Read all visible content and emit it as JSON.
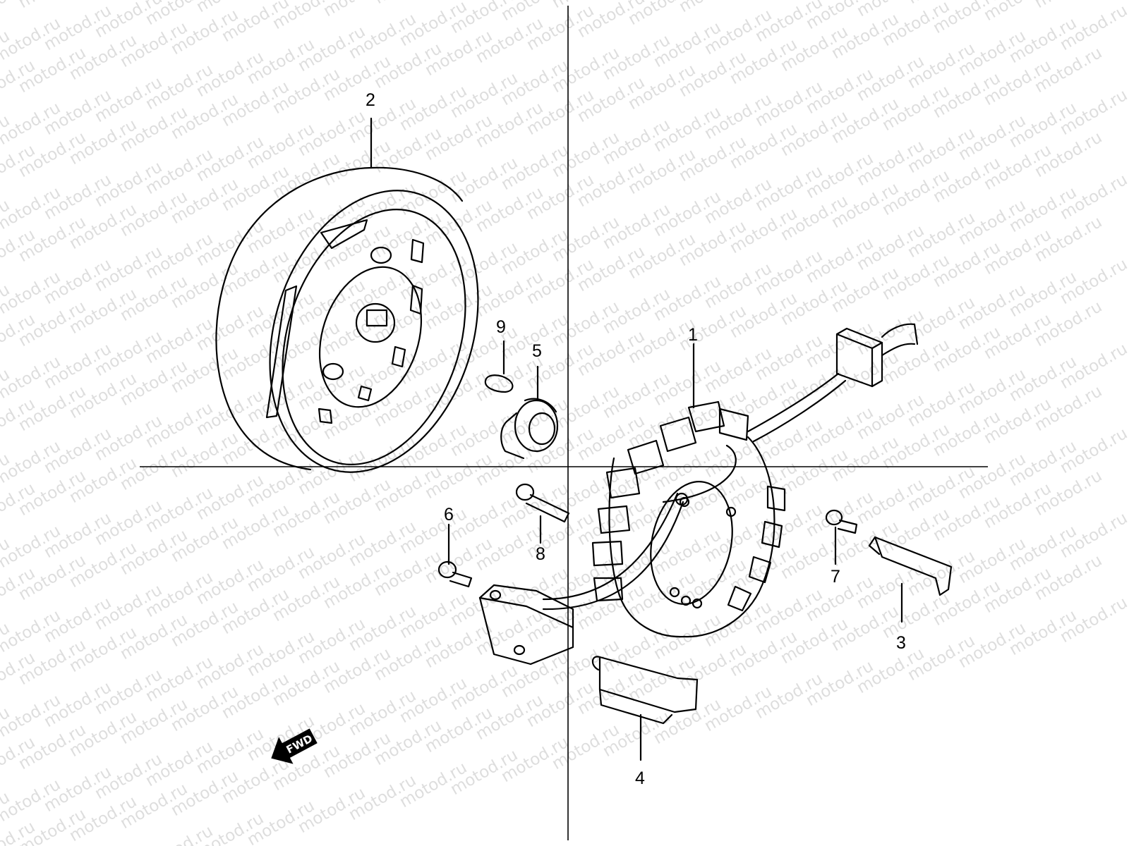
{
  "watermark": "motod.ru",
  "direction_label": "FWD",
  "callouts": [
    {
      "id": "1",
      "label": "1"
    },
    {
      "id": "2",
      "label": "2"
    },
    {
      "id": "3",
      "label": "3"
    },
    {
      "id": "4",
      "label": "4"
    },
    {
      "id": "5",
      "label": "5"
    },
    {
      "id": "6",
      "label": "6"
    },
    {
      "id": "7",
      "label": "7"
    },
    {
      "id": "8",
      "label": "8"
    },
    {
      "id": "9",
      "label": "9"
    }
  ]
}
